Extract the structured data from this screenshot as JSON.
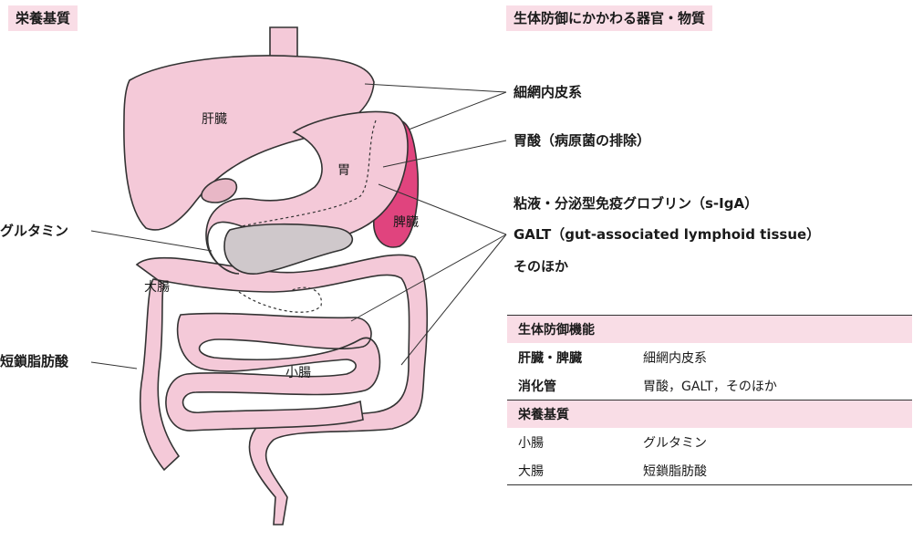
{
  "headers": {
    "left": "栄養基質",
    "right": "生体防御にかかわる器官・物質"
  },
  "organs": {
    "liver": "肝臓",
    "stomach": "胃",
    "spleen": "脾臓",
    "large_intestine": "大腸",
    "small_intestine": "小腸"
  },
  "left_labels": {
    "glutamine": "グルタミン",
    "scfa": "短鎖脂肪酸"
  },
  "right_labels": {
    "res": "細網内皮系",
    "acid": "胃酸（病原菌の排除）",
    "mucus": "粘液・分泌型免疫グロブリン（s-IgA）",
    "galt": "GALT（gut-associated lymphoid tissue）",
    "others": "そのほか"
  },
  "table": {
    "section1": "生体防御機能",
    "rows1": [
      {
        "organ": "肝臓・脾臓",
        "value": "細網内皮系"
      },
      {
        "organ": "消化管",
        "value": "胃酸，GALT，そのほか"
      }
    ],
    "section2": "栄養基質",
    "rows2": [
      {
        "organ": "小腸",
        "value": "グルタミン"
      },
      {
        "organ": "大腸",
        "value": "短鎖脂肪酸"
      }
    ]
  },
  "colors": {
    "header_bg": "#f9dde6",
    "organ_fill": "#f4c9d8",
    "spleen_fill": "#e0447e",
    "gallbladder_fill": "#e8b7c6"
  }
}
